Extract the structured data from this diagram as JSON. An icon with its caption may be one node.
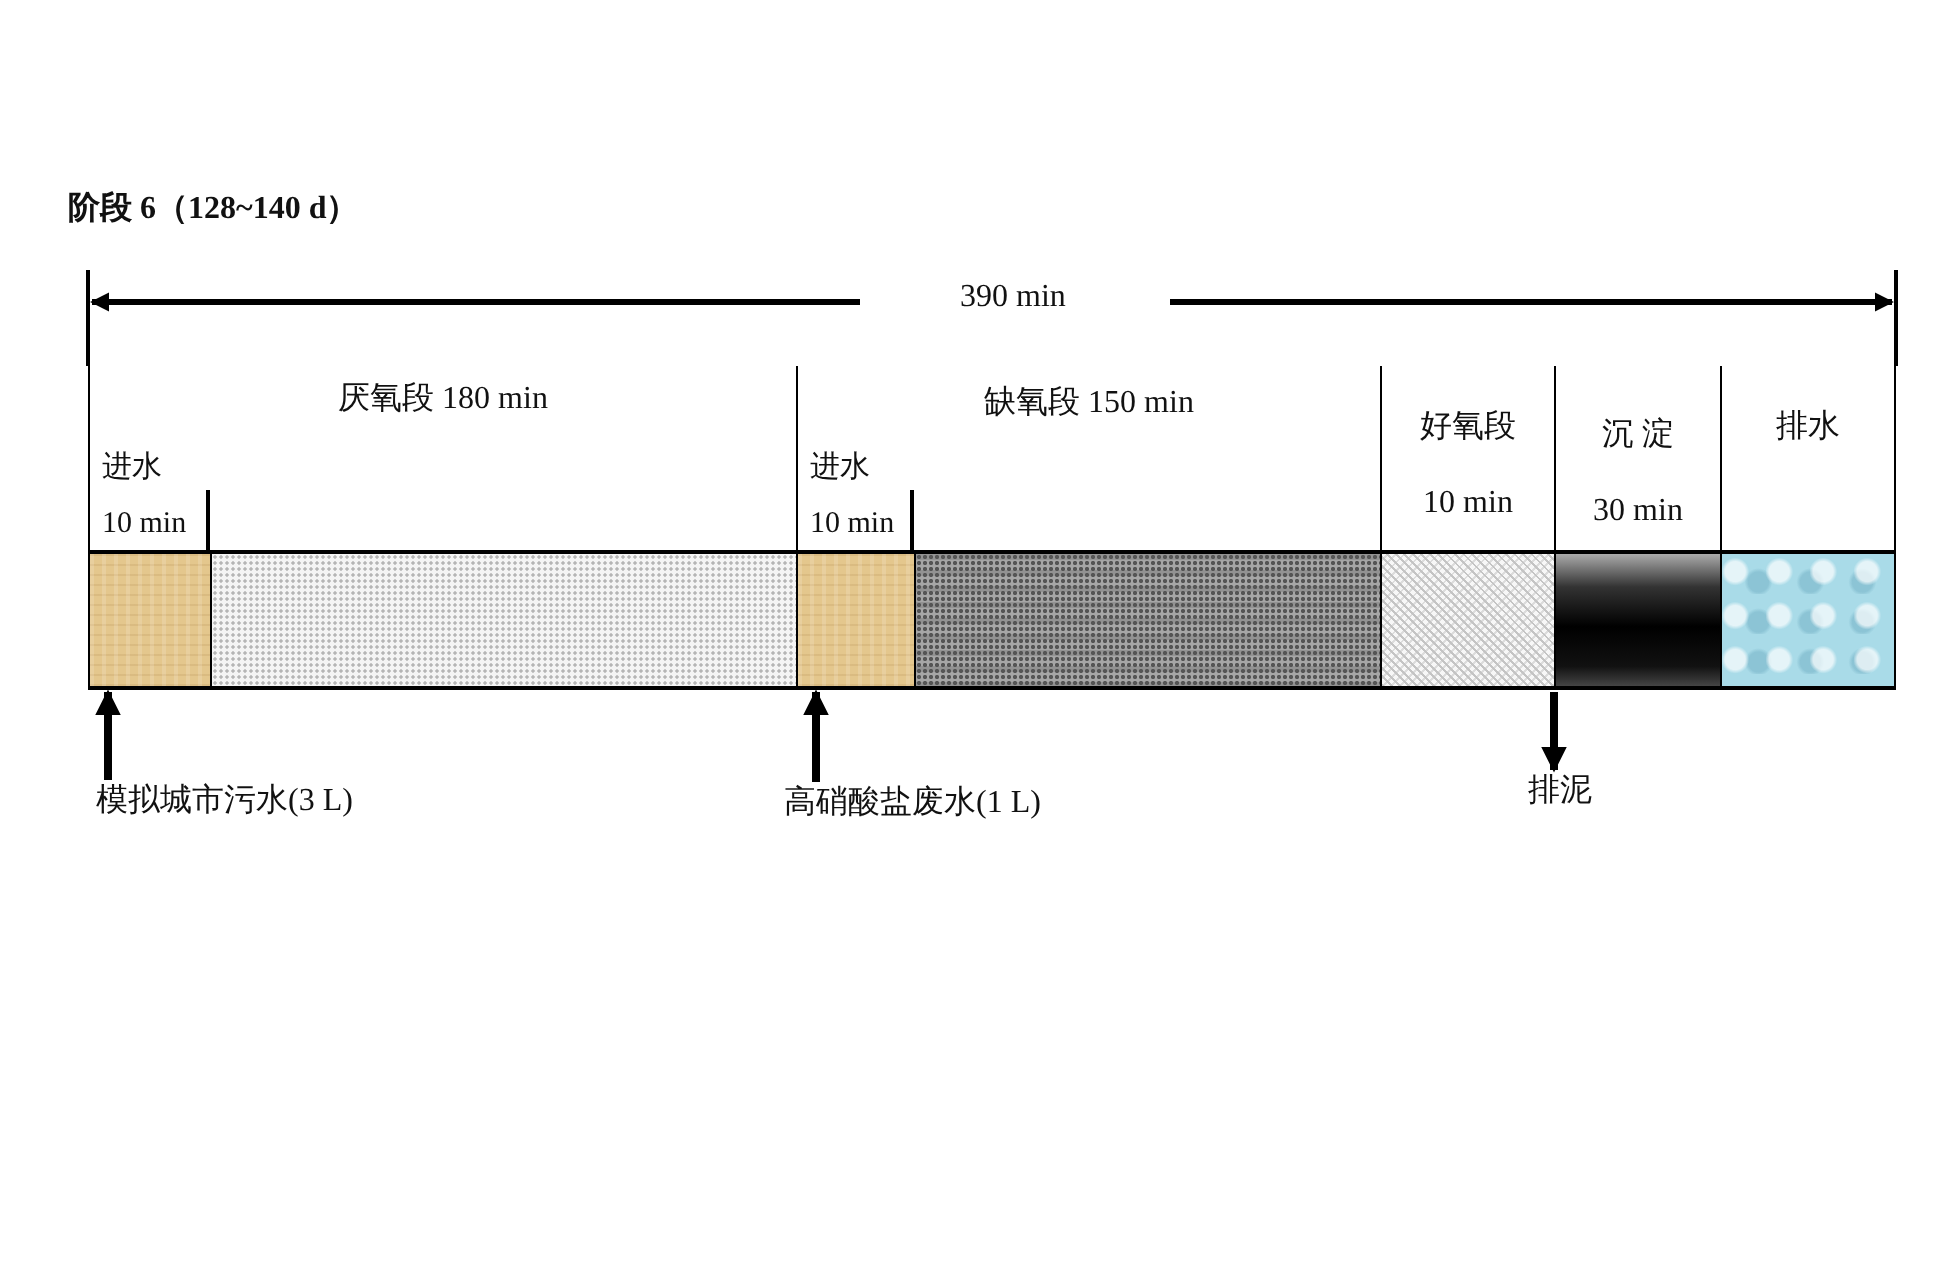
{
  "diagram": {
    "title": "阶段 6（128~140 d）",
    "nodes": [
      {
        "text": [
          "厌氧段 180 min"
        ]
      },
      {
        "text": [
          "进水",
          "10 min"
        ],
        "in": 0
      },
      {
        "text": [],
        "shape": "bar",
        "in": 0
      },
      {
        "text": [
          "缺氧段 150 min"
        ]
      },
      {
        "text": [
          "进水",
          "10 min"
        ],
        "in": 3
      },
      {
        "text": [],
        "shape": "bar",
        "in": 3
      },
      {
        "text": [
          "好氧段",
          "10 min"
        ]
      },
      {
        "text": [
          "沉 淀",
          "30 min"
        ]
      },
      {
        "text": [
          "排水"
        ]
      },
      {
        "text": [
          "模拟城市污水(3 L)"
        ]
      },
      {
        "text": [
          "高硝酸盐废水(1 L)"
        ]
      },
      {
        "text": [
          "排泥"
        ]
      }
    ],
    "edges": [
      {
        "from": 9,
        "to": 1,
        "arrow": "to"
      },
      {
        "from": 10,
        "to": 4,
        "arrow": "to"
      },
      {
        "from": 7,
        "to": 11,
        "arrow": "to"
      }
    ],
    "labels": [
      "390 min"
    ]
  }
}
